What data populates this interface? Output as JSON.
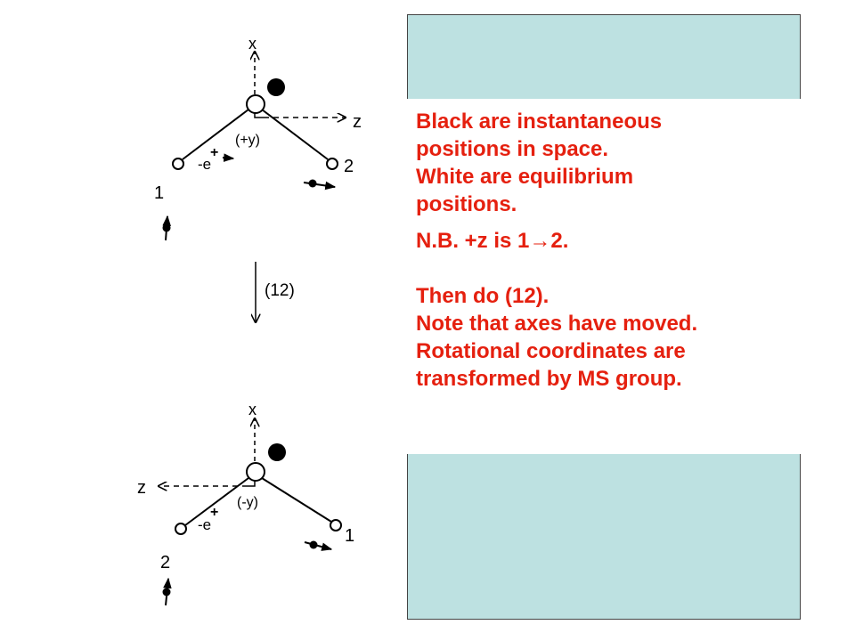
{
  "diagram": {
    "top": {
      "axis_x": "x",
      "axis_z": "z",
      "y_label": "(+y)",
      "electron_label": "-e",
      "electron_sign": "+",
      "atom_left": "1",
      "atom_right": "2"
    },
    "operation": "(12)",
    "bottom": {
      "axis_x": "x",
      "axis_z": "z",
      "y_label": "(-y)",
      "electron_label": "-e",
      "electron_sign": "+",
      "atom_left": "2",
      "atom_right": "1"
    }
  },
  "caption": {
    "line1": "Black are instantaneous",
    "line2": "positions in space.",
    "line3": "White are equilibrium",
    "line4": "positions.",
    "line5": "N.B.  +z is 1→2.",
    "line6": "Then do (12).",
    "line7": "Note that axes have moved.",
    "line8": "Rotational coordinates are",
    "line9": "transformed by MS group."
  },
  "colors": {
    "panel": "#bde1e1",
    "text": "#e5200f"
  }
}
